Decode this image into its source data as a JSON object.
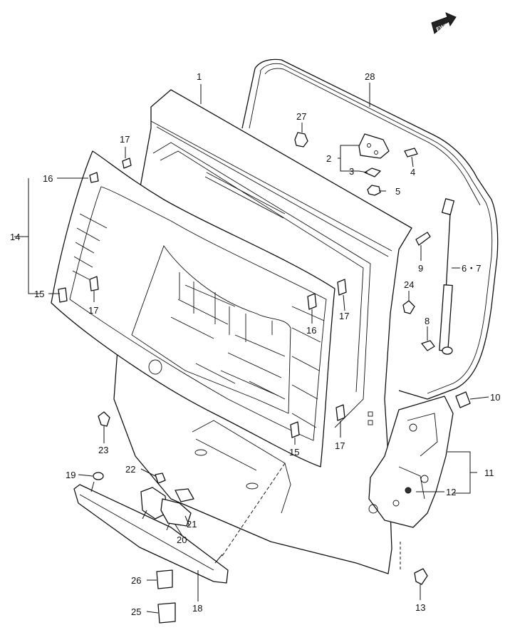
{
  "fwd_badge": "FWD",
  "callouts": {
    "c1": "1",
    "c2": "2",
    "c3": "3",
    "c4": "4",
    "c5": "5",
    "c67": "6・7",
    "c8": "8",
    "c9": "9",
    "c10": "10",
    "c11": "11",
    "c12": "12",
    "c13": "13",
    "c14": "14",
    "c15a": "15",
    "c15b": "15",
    "c16a": "16",
    "c16b": "16",
    "c17a": "17",
    "c17b": "17",
    "c17c": "17",
    "c17d": "17",
    "c18": "18",
    "c19": "19",
    "c20": "20",
    "c21": "21",
    "c22": "22",
    "c23": "23",
    "c24": "24",
    "c25": "25",
    "c26": "26",
    "c27": "27",
    "c28": "28"
  }
}
